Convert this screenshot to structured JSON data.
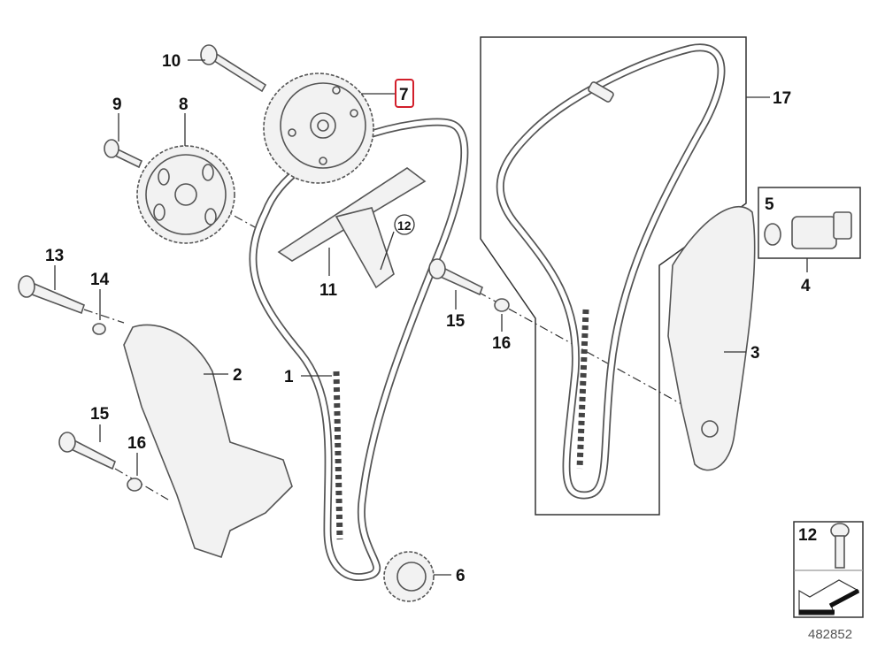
{
  "diagram": {
    "labels": {
      "p1": "1",
      "p2": "2",
      "p3": "3",
      "p4": "4",
      "p5": "5",
      "p6": "6",
      "p7": "7",
      "p8": "8",
      "p9": "9",
      "p10": "10",
      "p11": "11",
      "p12_circled": "12",
      "p13": "13",
      "p14": "14",
      "p15_left": "15",
      "p15_right": "15",
      "p16_left": "16",
      "p16_right": "16",
      "p17": "17"
    },
    "highlighted_part": "7",
    "highlight_color": "#d21f2b",
    "inset": {
      "label": "12"
    },
    "diagram_number": "482852"
  }
}
